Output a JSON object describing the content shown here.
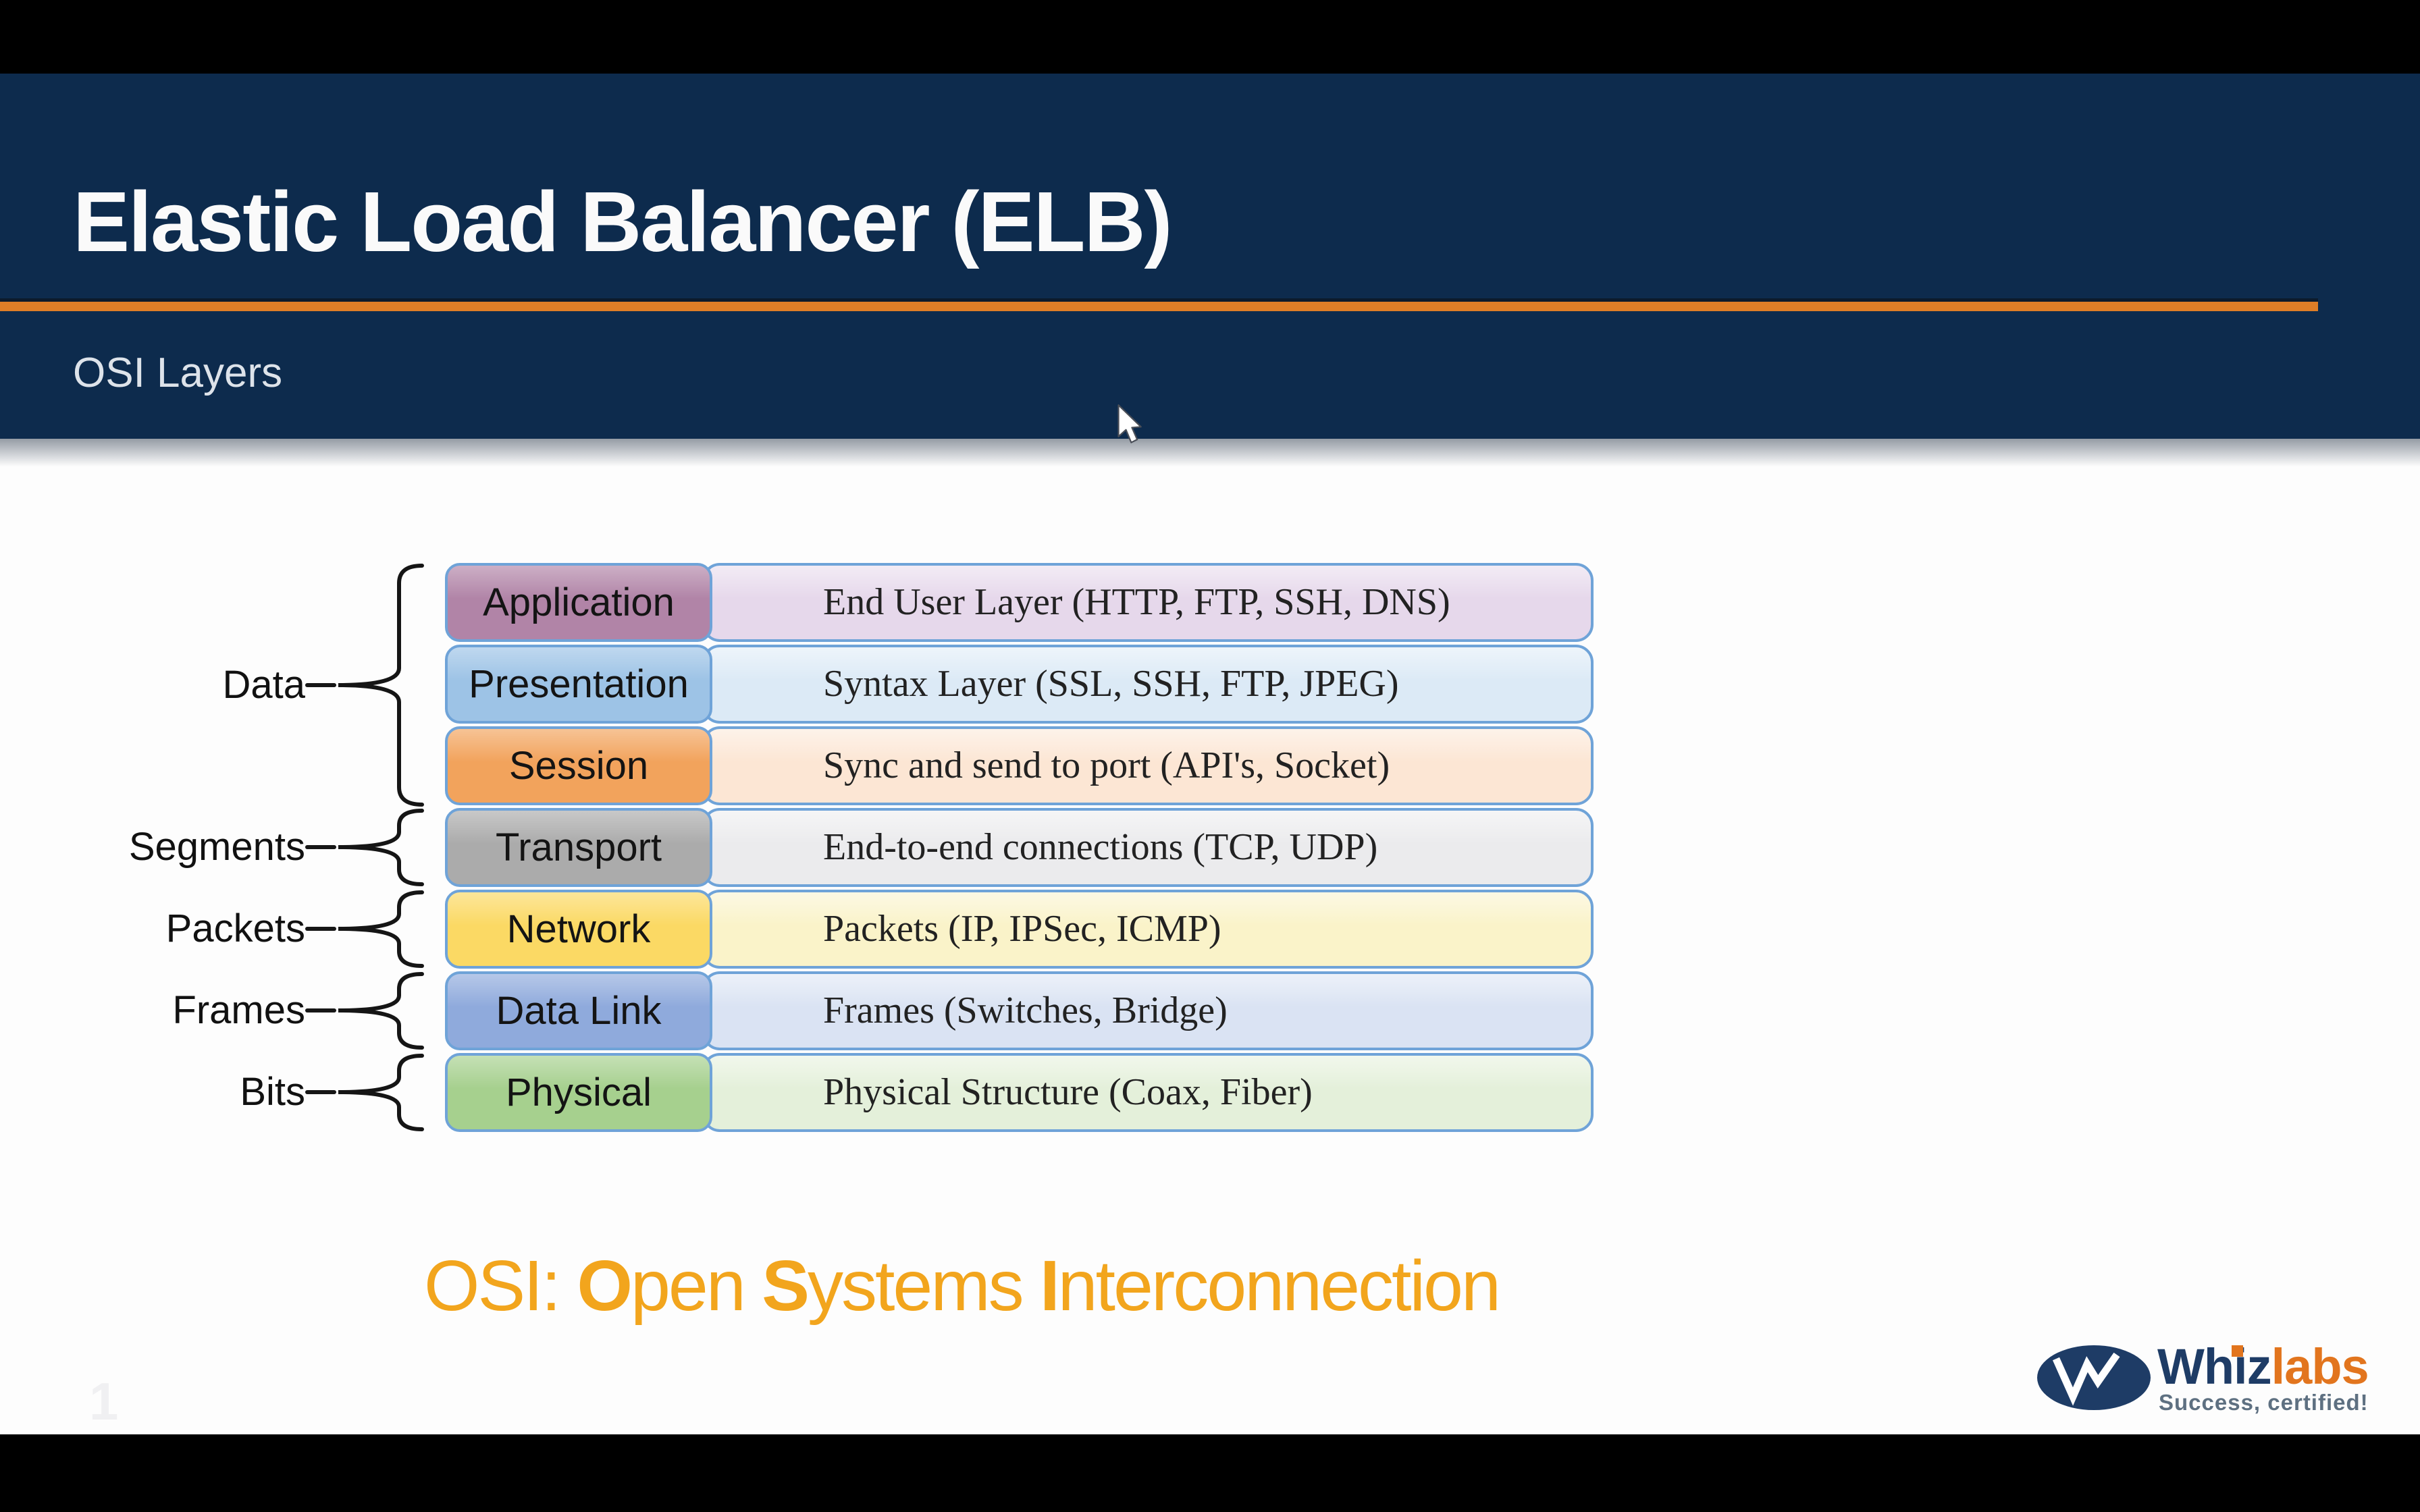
{
  "slide": {
    "header": {
      "title": "Elastic Load Balancer (ELB)",
      "subtitle": "OSI Layers",
      "bg_color": "#0d2b4d",
      "accent_rule_color": "#de7e27"
    },
    "diagram": {
      "border_color": "#6fa3d8",
      "groups": [
        {
          "label": "Data",
          "layer_span": 3
        },
        {
          "label": "Segments",
          "layer_span": 1
        },
        {
          "label": "Packets",
          "layer_span": 1
        },
        {
          "label": "Frames",
          "layer_span": 1
        },
        {
          "label": "Bits",
          "layer_span": 1
        }
      ],
      "layers": [
        {
          "name": "Application",
          "description": "End User Layer (HTTP, FTP, SSH, DNS)",
          "label_color": "#b184a7",
          "description_bg": "#e6d8eb"
        },
        {
          "name": "Presentation",
          "description": "Syntax Layer (SSL, SSH, FTP, JPEG)",
          "label_color": "#9dc3e6",
          "description_bg": "#dceaf6"
        },
        {
          "name": "Session",
          "description": "Sync and send to port (API's, Socket)",
          "label_color": "#f2a35c",
          "description_bg": "#fce6d4"
        },
        {
          "name": "Transport",
          "description": "End-to-end connections (TCP, UDP)",
          "label_color": "#ababab",
          "description_bg": "#ebebed"
        },
        {
          "name": "Network",
          "description": "Packets (IP, IPSec, ICMP)",
          "label_color": "#fbd964",
          "description_bg": "#faf3c9"
        },
        {
          "name": "Data Link",
          "description": "Frames (Switches, Bridge)",
          "label_color": "#8faadc",
          "description_bg": "#dae3f3"
        },
        {
          "name": "Physical",
          "description": "Physical Structure (Coax, Fiber)",
          "label_color": "#a6d08e",
          "description_bg": "#e4f0da"
        }
      ]
    },
    "tagline": {
      "color": "#f2a51d",
      "prefix": "OSI: ",
      "words": [
        {
          "initial": "O",
          "rest": "pen "
        },
        {
          "initial": "S",
          "rest": "ystems "
        },
        {
          "initial": "I",
          "rest": "nterconnection"
        }
      ]
    },
    "page_number": "1",
    "logo": {
      "brand_primary": "Whiz",
      "brand_secondary": "labs",
      "slogan": "Success, certified!",
      "primary_color": "#1e3c66",
      "secondary_color": "#e2751e",
      "slogan_color": "#5e7081"
    }
  },
  "icons": {
    "cursor": "arrow-pointer",
    "logo_mark": "whizlabs-w-ellipse",
    "braces": "curly-brace-left"
  }
}
